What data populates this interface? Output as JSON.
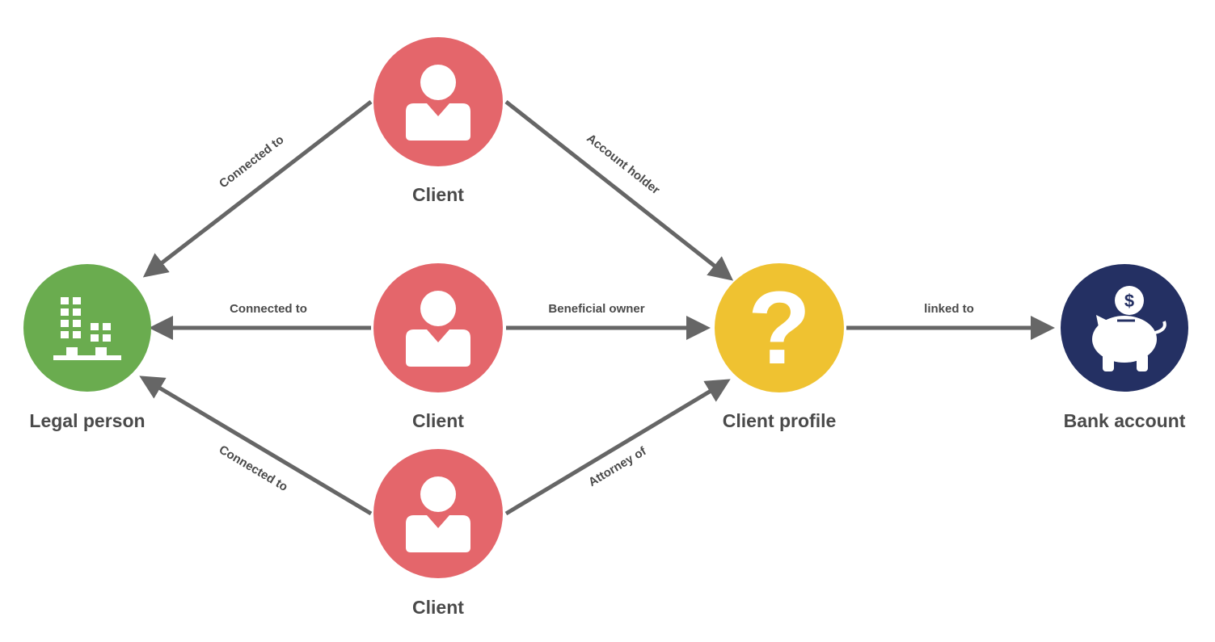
{
  "colors": {
    "client": "#e4666b",
    "legal_person": "#6aac4f",
    "client_profile": "#efc231",
    "bank_account": "#243063",
    "edge": "#666666",
    "text": "#4a4a4a"
  },
  "nodes": {
    "client_top": {
      "label": "Client",
      "icon": "person-icon"
    },
    "client_middle": {
      "label": "Client",
      "icon": "person-icon"
    },
    "client_bottom": {
      "label": "Client",
      "icon": "person-icon"
    },
    "legal_person": {
      "label": "Legal person",
      "icon": "building-icon"
    },
    "client_profile": {
      "label": "Client profile",
      "icon": "question-mark-icon"
    },
    "bank_account": {
      "label": "Bank account",
      "icon": "piggy-bank-icon"
    }
  },
  "edges": {
    "top_to_legal": {
      "label": "Connected to",
      "from": "client_top",
      "to": "legal_person"
    },
    "middle_to_legal": {
      "label": "Connected to",
      "from": "client_middle",
      "to": "legal_person"
    },
    "bottom_to_legal": {
      "label": "Connected to",
      "from": "client_bottom",
      "to": "legal_person"
    },
    "top_to_profile": {
      "label": "Account holder",
      "from": "client_top",
      "to": "client_profile"
    },
    "middle_to_profile": {
      "label": "Beneficial owner",
      "from": "client_middle",
      "to": "client_profile"
    },
    "bottom_to_profile": {
      "label": "Attorney of",
      "from": "client_bottom",
      "to": "client_profile"
    },
    "profile_to_bank": {
      "label": "linked to",
      "from": "client_profile",
      "to": "bank_account"
    }
  },
  "bank_icon_symbol": "$",
  "profile_icon_symbol": "?"
}
